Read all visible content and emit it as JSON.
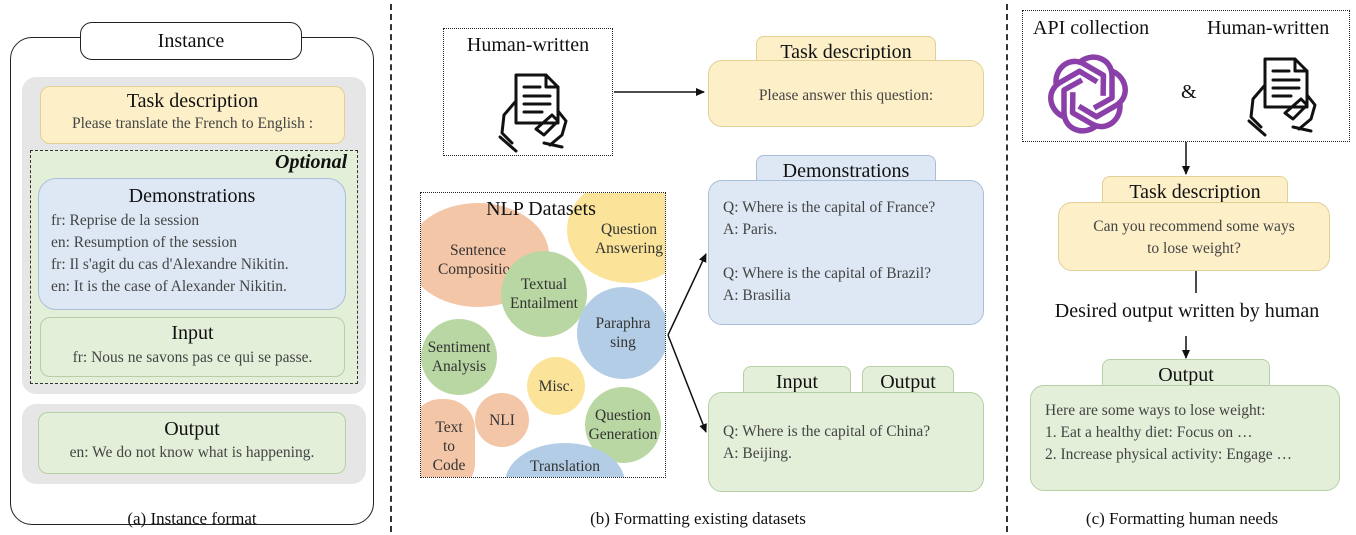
{
  "panel_a": {
    "instance_label": "Instance",
    "task_description": {
      "title": "Task description",
      "text": "Please translate the French to English :"
    },
    "optional_label": "Optional",
    "demonstrations": {
      "title": "Demonstrations",
      "lines": [
        "fr: Reprise de la session",
        "en: Resumption of the session",
        "fr: Il s'agit du cas d'Alexandre Nikitin.",
        "en: It is the case of Alexander Nikitin."
      ]
    },
    "input": {
      "title": "Input",
      "text": "fr: Nous ne savons pas ce qui se passe."
    },
    "output": {
      "title": "Output",
      "text": "en: We do not know what is happening."
    },
    "caption": "(a) Instance format"
  },
  "panel_b": {
    "human_written": "Human-written",
    "task_description": {
      "title": "Task description",
      "text": "Please answer this question:"
    },
    "datasets_title": "NLP  Datasets",
    "bubbles": {
      "sentence_composition": [
        "Sentence",
        "Composition"
      ],
      "question_answering": [
        "Question",
        "Answering"
      ],
      "textual_entailment": [
        "Textual",
        "Entailment"
      ],
      "paraphrasing": [
        "Paraphra",
        "sing"
      ],
      "sentiment_analysis": [
        "Sentiment",
        "Analysis"
      ],
      "misc": "Misc.",
      "question_generation": [
        "Question",
        "Generation"
      ],
      "text_to_code": [
        "Text",
        "to",
        "Code"
      ],
      "nli": "NLI",
      "translation": "Translation"
    },
    "demonstrations": {
      "title": "Demonstrations",
      "lines": [
        "Q: Where is the capital of France?",
        "A: Paris.",
        "",
        "Q: Where is the capital of Brazil?",
        "A: Brasilia"
      ]
    },
    "input_label": "Input",
    "output_label": "Output",
    "io_lines": [
      "Q: Where is the capital of China?",
      "A: Beijing."
    ],
    "caption": "(b) Formatting existing datasets"
  },
  "panel_c": {
    "api_collection": "API collection",
    "human_written": "Human-written",
    "ampersand": "&",
    "task_description": {
      "title": "Task description",
      "lines": [
        "Can you recommend some ways",
        "to lose weight?"
      ]
    },
    "desired_output": "Desired output written by human",
    "output": {
      "title": "Output",
      "lines": [
        "Here are some ways to lose weight:",
        "1. Eat a healthy diet: Focus on …",
        "2. Increase physical activity: Engage …"
      ]
    },
    "caption": "(c) Formatting human needs"
  },
  "colors": {
    "yellow": "#fdf0c8",
    "green": "#e3efd9",
    "blue": "#dde8f4",
    "grey": "#e6e6e6"
  }
}
